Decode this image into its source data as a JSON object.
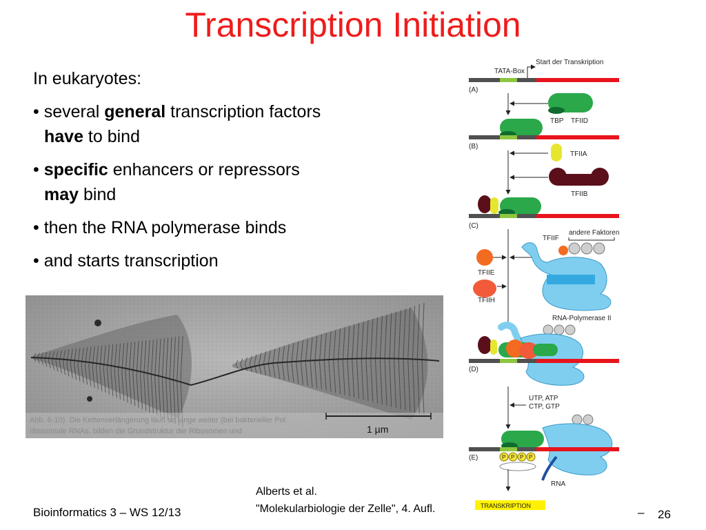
{
  "slide": {
    "title": "Transcription Initiation",
    "page_number": "26",
    "dash": "–"
  },
  "bullets": {
    "intro": "In eukaryotes:",
    "b1_pre": "• several ",
    "b1_bold": "general",
    "b1_post": " transcription factors",
    "b1_line2_bold": "have",
    "b1_line2_post": " to bind",
    "b2_pre": "• ",
    "b2_bold": "specific",
    "b2_post": " enhancers or repressors",
    "b2_line2_bold": "may",
    "b2_line2_post": " bind",
    "b3": "• then the RNA polymerase binds",
    "b4": "• and starts transcription"
  },
  "photo": {
    "scale_label": "1 µm",
    "caption_text_1": "Abb. 6-10). Die Kettenverlängerung läuft so lange weiter (bei bakterieller Pol",
    "caption_text_2": "ribosomale RNAs, bilden die Grundstruktur der Ribosomen und"
  },
  "diagram": {
    "start_label": "Start der Transkription",
    "tata_label": "TATA-Box",
    "step_a": "(A)",
    "step_b": "(B)",
    "step_c": "(C)",
    "step_d": "(D)",
    "step_e": "(E)",
    "tbp": "TBP",
    "tfiid": "TFIID",
    "tfiia": "TFIIA",
    "tfiib": "TFIIB",
    "tfiif": "TFIIF",
    "andere": "andere Faktoren",
    "tfiie": "TFIIE",
    "tfiih": "TFIIH",
    "rnapol": "RNA-Polymerase II",
    "nuc1": "UTP, ATP",
    "nuc2": "CTP, GTP",
    "phospho": "P",
    "rna": "RNA",
    "transkription": "TRANSKRIPTION"
  },
  "footer": {
    "course": "Bioinformatics 3 – WS 12/13",
    "cite1": "Alberts et al.",
    "cite2": "\"Molekularbiologie der Zelle\", 4. Aufl."
  },
  "colors": {
    "title": "#ee1c1c",
    "dna_red": "#e8141c",
    "dna_dark": "#505050",
    "tata_green": "#8dc63f",
    "tbp_green": "#2aa84a",
    "tfiia_yellow": "#e6e62e",
    "tfiib_maroon": "#5a0f1a",
    "pol_blue": "#7fcef0",
    "tfiie_orange": "#f36b21",
    "tfiih_salmon": "#f25a3a",
    "factor_gray": "#cfcfcf",
    "rna_blue": "#1e4fa0",
    "phospho_yellow": "#f5e33b",
    "label_yellow": "#fff200"
  }
}
